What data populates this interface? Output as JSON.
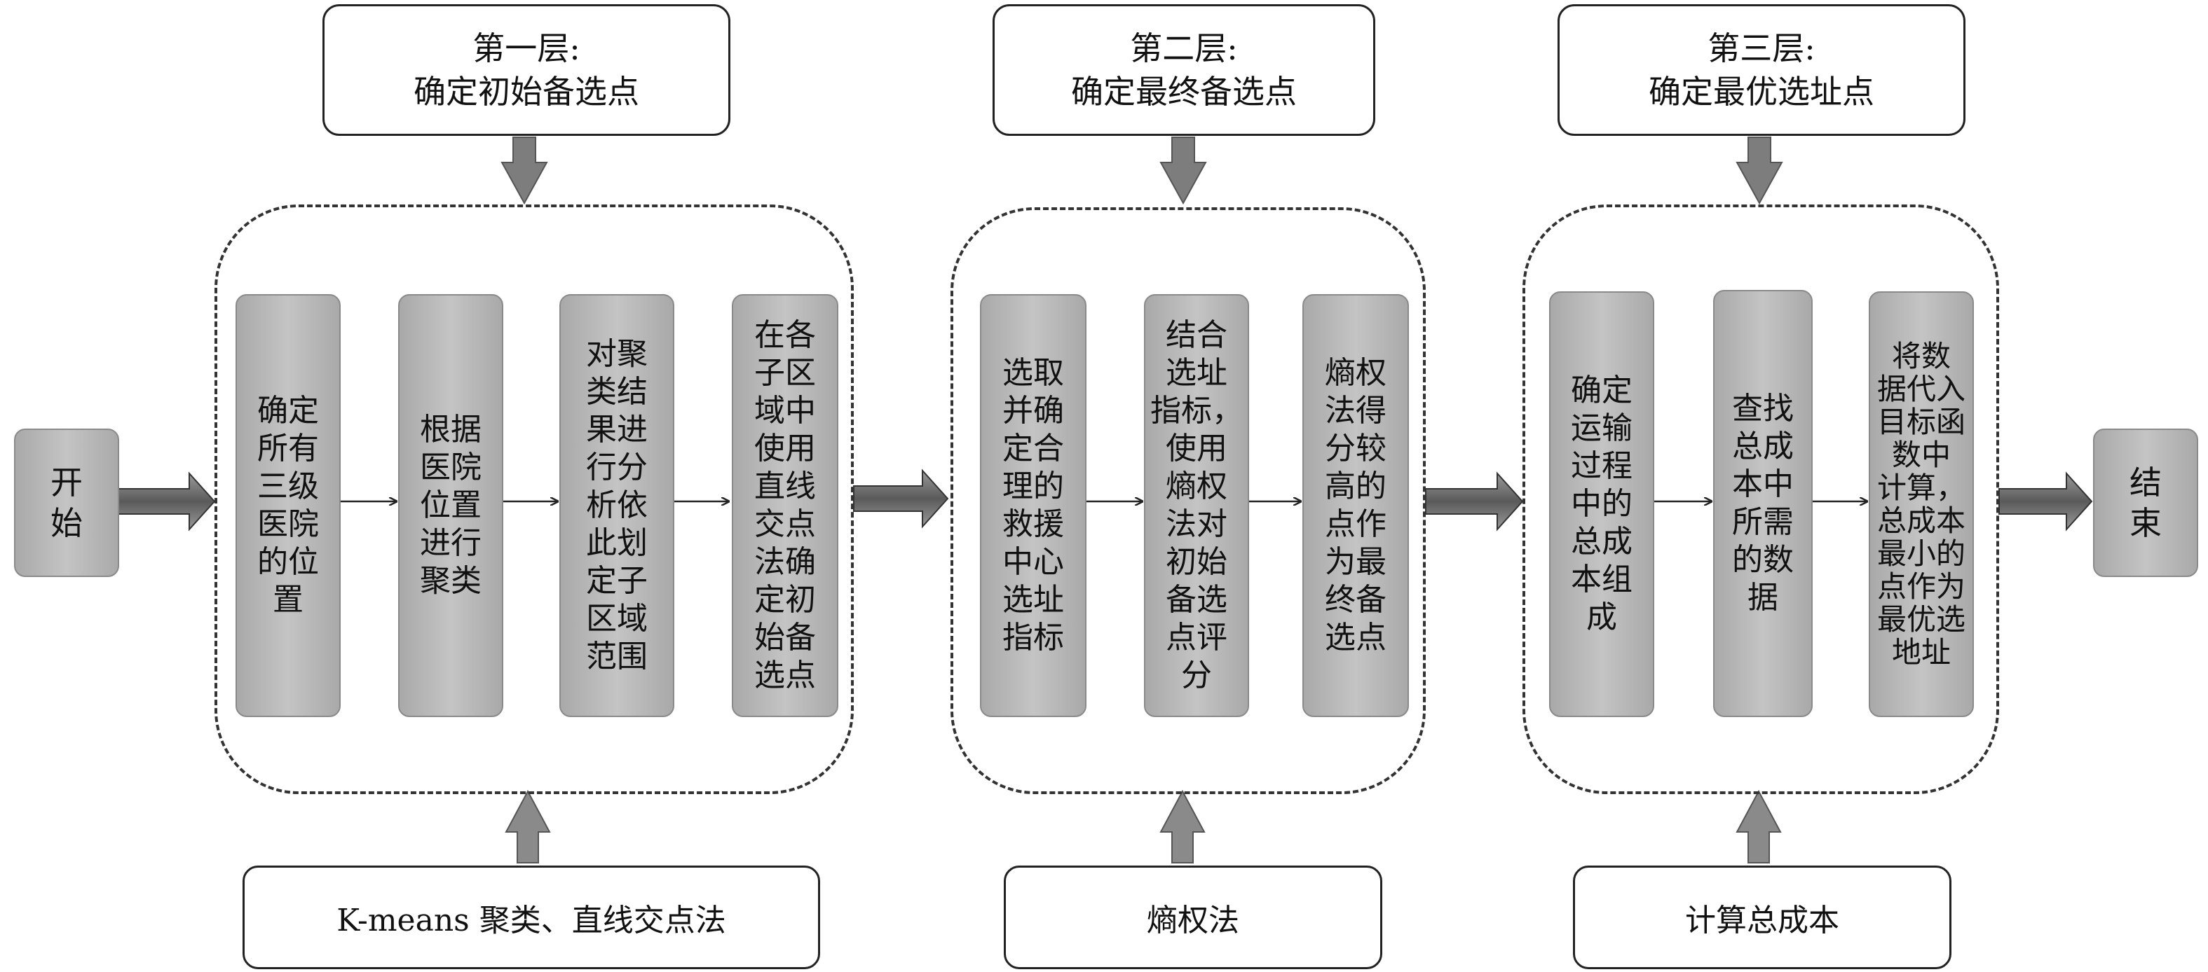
{
  "start": "开始",
  "end": "结束",
  "layers": [
    {
      "heading": "第一层:",
      "subtitle": "确定初始备选点",
      "method": "K-means 聚类、直线交点法",
      "steps": [
        "确定\n所有\n三级\n医院\n的位\n置",
        "根据\n医院\n位置\n进行\n聚类",
        "对聚\n类结\n果进\n行分\n析依\n此划\n定子\n区域\n范围",
        "在各\n子区\n域中\n使用\n直线\n交点\n法确\n定初\n始备\n选点"
      ]
    },
    {
      "heading": "第二层:",
      "subtitle": "确定最终备选点",
      "method": "熵权法",
      "steps": [
        "选取\n并确\n定合\n理的\n救援\n中心\n选址\n指标",
        "结合\n选址\n指标，\n使用\n熵权\n法对\n初始\n备选\n点评\n分",
        "熵权\n法得\n分较\n高的\n点作\n为最\n终备\n选点"
      ]
    },
    {
      "heading": "第三层:",
      "subtitle": "确定最优选址点",
      "method": "计算总成本",
      "steps": [
        "确定\n运输\n过程\n中的\n总成\n本组\n成",
        "查找\n总成\n本中\n所需\n的数\n据",
        "将数\n据代入\n目标函\n数中\n计算，\n总成本\n最小的\n点作为\n最优选\n地址"
      ]
    }
  ]
}
